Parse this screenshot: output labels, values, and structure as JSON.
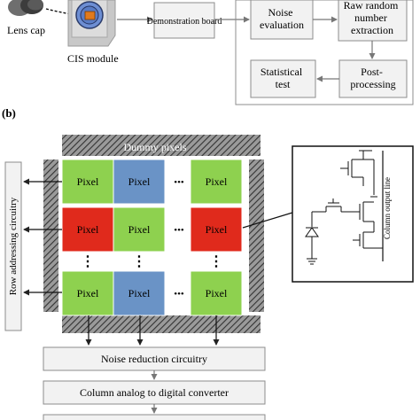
{
  "panel_a": {
    "lens_cap_label": "Lens cap",
    "cis_module_label": "CIS module",
    "demo_board_label": "Demonstration board",
    "noise_eval_label": [
      "Noise",
      "evaluation"
    ],
    "raw_rng_label": [
      "Raw random",
      "number",
      "extraction"
    ],
    "stat_test_label": [
      "Statistical",
      "test"
    ],
    "post_proc_label": [
      "Post-",
      "processing"
    ]
  },
  "panel_b": {
    "panel_letter": "(b)",
    "dummy_pixels_label": "Dummy pixels",
    "row_addressing_label": "Row addressing circuitry",
    "pixel_label": "Pixel",
    "ellipsis": "•••",
    "vertical_dots": "⋮",
    "column_output_label": "Column output line",
    "noise_reduction_label": "Noise reduction circuitry",
    "adc_label": "Column analog to digital converter",
    "pixel_grid": [
      [
        "green",
        "blue",
        "green"
      ],
      [
        "red",
        "green",
        "red"
      ],
      [
        "green",
        "blue",
        "green"
      ]
    ]
  },
  "colors": {
    "green": "#8ed14f",
    "blue": "#6a93c6",
    "red": "#e02a1c",
    "box_fill": "#f2f2f2",
    "box_stroke": "#8c8c8c",
    "hatch": "#555555"
  }
}
